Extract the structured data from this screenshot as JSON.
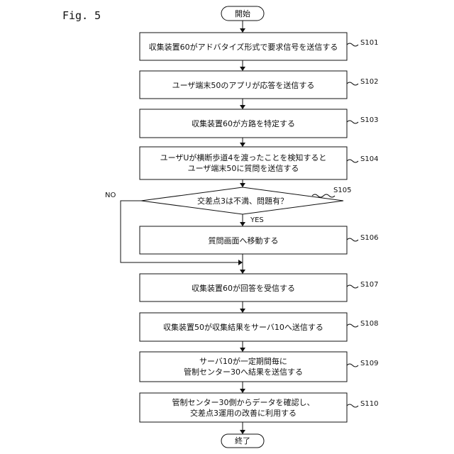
{
  "figure_label": "Fig. 5",
  "start_label": "開始",
  "end_label": "終了",
  "steps": [
    {
      "id": "S101",
      "lines": [
        "収集装置60がアドバタイズ形式で要求信号を送信する"
      ]
    },
    {
      "id": "S102",
      "lines": [
        "ユーザ端末50のアプリが応答を送信する"
      ]
    },
    {
      "id": "S103",
      "lines": [
        "収集装置60が方路を特定する"
      ]
    },
    {
      "id": "S104",
      "lines": [
        "ユーザUが横断歩道4を渡ったことを検知すると",
        "ユーザ端末50に質問を送信する"
      ]
    },
    {
      "id": "S105",
      "lines": [
        "交差点3は不満、問題有？"
      ],
      "decision": true
    },
    {
      "id": "S106",
      "lines": [
        "質問画面へ移動する"
      ]
    },
    {
      "id": "S107",
      "lines": [
        "収集装置60が回答を受信する"
      ]
    },
    {
      "id": "S108",
      "lines": [
        "収集装置50が収集結果をサーバ10へ送信する"
      ]
    },
    {
      "id": "S109",
      "lines": [
        "サーバ10が一定期間毎に",
        "管制センター30へ結果を送信する"
      ]
    },
    {
      "id": "S110",
      "lines": [
        "管制センター30側からデータを確認し、",
        "交差点3運用の改善に利用する"
      ]
    }
  ],
  "branch": {
    "yes": "YES",
    "no": "NO"
  }
}
